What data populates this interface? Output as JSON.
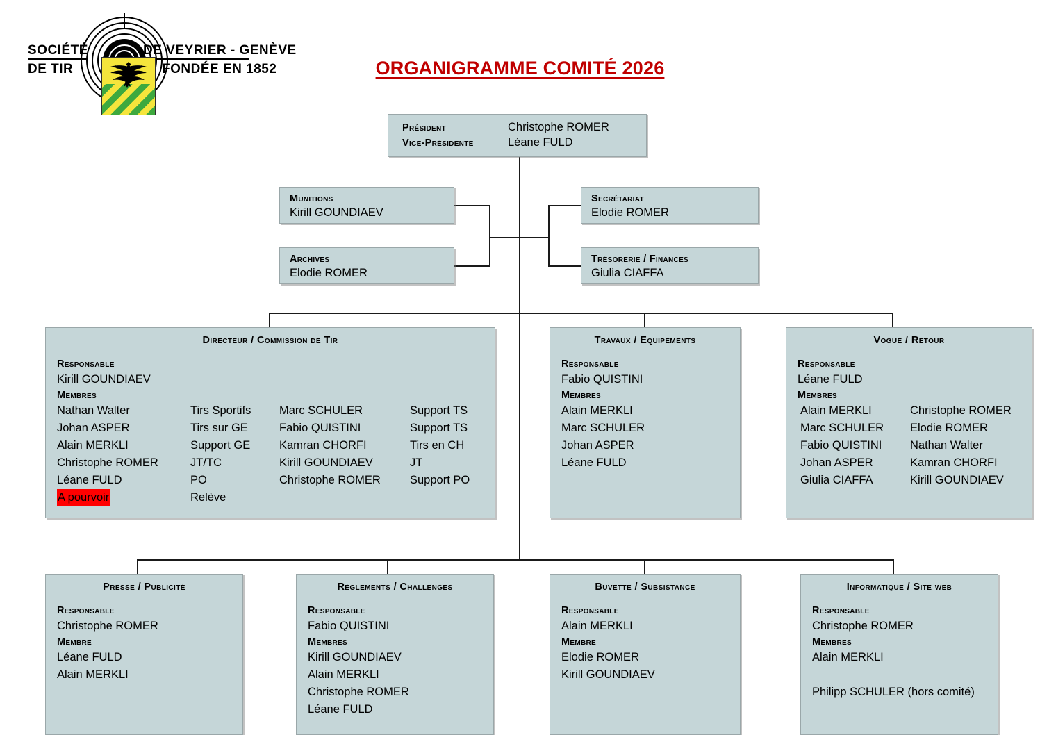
{
  "logo": {
    "line1": "SOCIÉTÉ",
    "line2": "DE TIR",
    "line3": "DE VEYRIER - GENÈVE",
    "line4": "FONDÉE EN 1852",
    "target_icon": "shooting-target-icon",
    "crest_icon": "veyrier-coat-of-arms-icon"
  },
  "title": "ORGANIGRAMME COMITÉ 2026",
  "colors": {
    "title_red": "#c00000",
    "box_fill": "#c5d6d8",
    "box_border": "#9aa7a9",
    "highlight_red": "#ff0000",
    "crest_yellow": "#f5e53c",
    "crest_green": "#3ea93e"
  },
  "president": {
    "role1_label": "Président",
    "role1_name": "Christophe ROMER",
    "role2_label": "Vice-Présidente",
    "role2_name": "Léane FULD"
  },
  "munitions": {
    "title": "Munitions",
    "name": "Kirill GOUNDIAEV"
  },
  "archives": {
    "title": "Archives",
    "name": "Elodie ROMER"
  },
  "secretariat": {
    "title": "Secrétariat",
    "name": "Elodie ROMER"
  },
  "tresorerie": {
    "title": "Trésorerie / Finances",
    "name": "Giulia CIAFFA"
  },
  "direction": {
    "title": "Directeur / Commission de Tir",
    "responsable_label": "Responsable",
    "responsable_name": "Kirill GOUNDIAEV",
    "membres_label": "Membres",
    "members": [
      {
        "name1": "Nathan Walter",
        "role1": "Tirs Sportifs",
        "name2": "Marc SCHULER",
        "role2": "Support TS",
        "highlight": false
      },
      {
        "name1": "Johan ASPER",
        "role1": "Tirs sur GE",
        "name2": "Fabio QUISTINI",
        "role2": "Support TS",
        "highlight": false
      },
      {
        "name1": "Alain MERKLI",
        "role1": "Support GE",
        "name2": "Kamran CHORFI",
        "role2": "Tirs en CH",
        "highlight": false
      },
      {
        "name1": "Christophe ROMER",
        "role1": "JT/TC",
        "name2": "Kirill GOUNDIAEV",
        "role2": "JT",
        "highlight": false
      },
      {
        "name1": "Léane FULD",
        "role1": "PO",
        "name2": "Christophe ROMER",
        "role2": "Support PO",
        "highlight": false
      },
      {
        "name1": "A pourvoir",
        "role1": "Relève",
        "name2": "",
        "role2": "",
        "highlight": true
      }
    ]
  },
  "travaux": {
    "title": "Travaux / Equipements",
    "responsable_label": "Responsable",
    "responsable_name": "Fabio QUISTINI",
    "membres_label": "Membres",
    "members": [
      "Alain MERKLI",
      "Marc SCHULER",
      "Johan ASPER",
      "Léane FULD"
    ]
  },
  "vogue": {
    "title": "Vogue / Retour",
    "responsable_label": "Responsable",
    "responsable_name": "Léane FULD",
    "membres_label": "Membres",
    "members": [
      {
        "col1": "Alain MERKLI",
        "col2": "Christophe ROMER"
      },
      {
        "col1": "Marc SCHULER",
        "col2": "Elodie ROMER"
      },
      {
        "col1": "Fabio QUISTINI",
        "col2": "Nathan Walter"
      },
      {
        "col1": "Johan ASPER",
        "col2": "Kamran CHORFI"
      },
      {
        "col1": "Giulia  CIAFFA",
        "col2": "Kirill GOUNDIAEV"
      }
    ]
  },
  "presse": {
    "title": "Presse / Publicité",
    "responsable_label": "Responsable",
    "responsable_name": "Christophe ROMER",
    "membres_label": "Membre",
    "members": [
      "Léane FULD",
      "Alain MERKLI"
    ]
  },
  "reglements": {
    "title": "Règlements / Challenges",
    "responsable_label": "Responsable",
    "responsable_name": "Fabio QUISTINI",
    "membres_label": "Membres",
    "members": [
      "Kirill GOUNDIAEV",
      "Alain MERKLI",
      "Christophe ROMER",
      "Léane FULD"
    ]
  },
  "buvette": {
    "title": "Buvette / Subsistance",
    "responsable_label": "Responsable",
    "responsable_name": "Alain MERKLI",
    "membres_label": "Membre",
    "members": [
      "Elodie ROMER",
      "Kirill GOUNDIAEV"
    ]
  },
  "informatique": {
    "title": "Informatique / Site web",
    "responsable_label": "Responsable",
    "responsable_name": "Christophe ROMER",
    "membres_label": "Membres",
    "members": [
      "Alain MERKLI"
    ],
    "extra": "Philipp SCHULER (hors comité)"
  }
}
